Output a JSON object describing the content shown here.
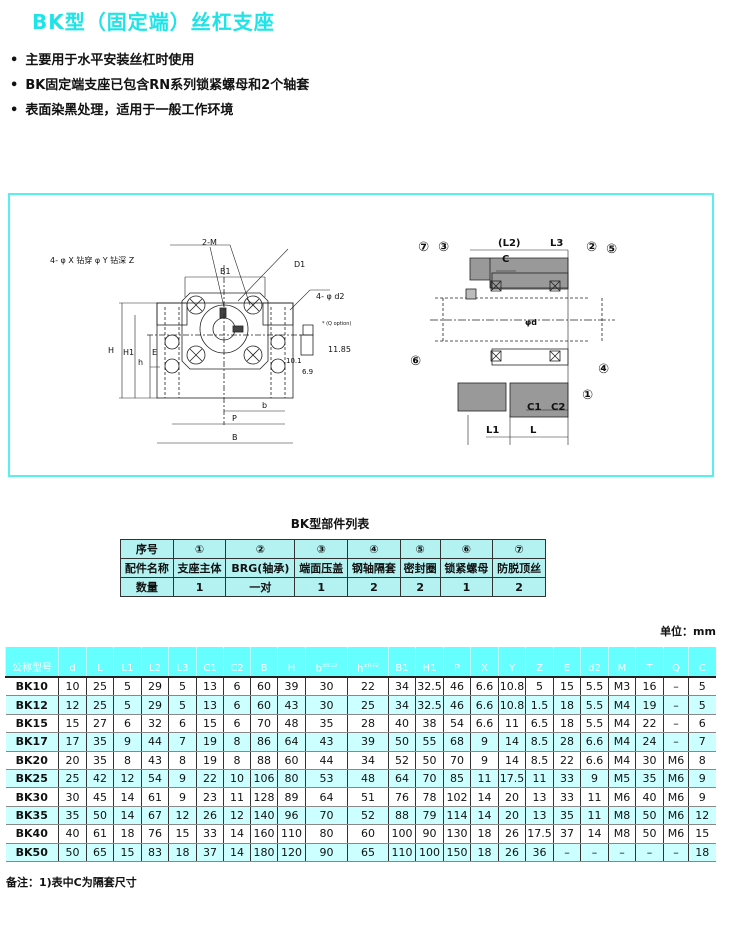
{
  "title": "BK型（固定端）丝杠支座",
  "bullets": [
    "主要用于水平安装丝杠时使用",
    "BK固定端支座已包含RN系列锁紧螺母和2个轴套",
    "表面染黑处理，适用于一般工作环境"
  ],
  "colors": {
    "title": "#1de4e8",
    "border": "#55f0f0",
    "header": "#66ffff",
    "alt_row": "#ccffff"
  },
  "diagram_front": {
    "hole_label": "4- φ X 钻穿 φ Y 钻深 Z",
    "m_label": "2-M",
    "b1": "B1",
    "d1": "D1",
    "d2_label": "4- φ d2",
    "q_label": "* (Q option)",
    "dim_1185": "11.85",
    "dim_101": "10.1",
    "dim_69": "6.9",
    "H": "H",
    "H1": "H1",
    "h": "h",
    "E": "E",
    "b": "b",
    "P": "P",
    "B": "B"
  },
  "diagram_side": {
    "L2": "(L2)",
    "L3": "L3",
    "C": "C",
    "d": "φd",
    "C1": "C1",
    "C2": "C2",
    "L1": "L1",
    "L": "L",
    "parts": [
      "①",
      "②",
      "③",
      "④",
      "⑤",
      "⑥",
      "⑦"
    ]
  },
  "parts_table": {
    "title": "BK型部件列表",
    "rows": [
      [
        "序号",
        "①",
        "②",
        "③",
        "④",
        "⑤",
        "⑥",
        "⑦"
      ],
      [
        "配件名称",
        "支座主体",
        "BRG(轴承)",
        "端面压盖",
        "钢轴隔套",
        "密封圈",
        "锁紧螺母",
        "防脱顶丝"
      ],
      [
        "数量",
        "1",
        "一对",
        "1",
        "2",
        "2",
        "1",
        "2"
      ]
    ]
  },
  "unit": "单位：mm",
  "spec_table": {
    "headers": [
      "公称型号",
      "d",
      "L",
      "L1",
      "L2",
      "L3",
      "C1",
      "C2",
      "B",
      "H",
      "b",
      "h",
      "B1",
      "H1",
      "P",
      "X",
      "Y",
      "Z",
      "E",
      "d2",
      "M",
      "T",
      "Q",
      "C"
    ],
    "tolerance": "±0.02",
    "rows": [
      [
        "BK10",
        "10",
        "25",
        "5",
        "29",
        "5",
        "13",
        "6",
        "60",
        "39",
        "30",
        "22",
        "34",
        "32.5",
        "46",
        "6.6",
        "10.8",
        "5",
        "15",
        "5.5",
        "M3",
        "16",
        "–",
        "5"
      ],
      [
        "BK12",
        "12",
        "25",
        "5",
        "29",
        "5",
        "13",
        "6",
        "60",
        "43",
        "30",
        "25",
        "34",
        "32.5",
        "46",
        "6.6",
        "10.8",
        "1.5",
        "18",
        "5.5",
        "M4",
        "19",
        "–",
        "5"
      ],
      [
        "BK15",
        "15",
        "27",
        "6",
        "32",
        "6",
        "15",
        "6",
        "70",
        "48",
        "35",
        "28",
        "40",
        "38",
        "54",
        "6.6",
        "11",
        "6.5",
        "18",
        "5.5",
        "M4",
        "22",
        "–",
        "6"
      ],
      [
        "BK17",
        "17",
        "35",
        "9",
        "44",
        "7",
        "19",
        "8",
        "86",
        "64",
        "43",
        "39",
        "50",
        "55",
        "68",
        "9",
        "14",
        "8.5",
        "28",
        "6.6",
        "M4",
        "24",
        "–",
        "7"
      ],
      [
        "BK20",
        "20",
        "35",
        "8",
        "43",
        "8",
        "19",
        "8",
        "88",
        "60",
        "44",
        "34",
        "52",
        "50",
        "70",
        "9",
        "14",
        "8.5",
        "22",
        "6.6",
        "M4",
        "30",
        "M6",
        "8"
      ],
      [
        "BK25",
        "25",
        "42",
        "12",
        "54",
        "9",
        "22",
        "10",
        "106",
        "80",
        "53",
        "48",
        "64",
        "70",
        "85",
        "11",
        "17.5",
        "11",
        "33",
        "9",
        "M5",
        "35",
        "M6",
        "9"
      ],
      [
        "BK30",
        "30",
        "45",
        "14",
        "61",
        "9",
        "23",
        "11",
        "128",
        "89",
        "64",
        "51",
        "76",
        "78",
        "102",
        "14",
        "20",
        "13",
        "33",
        "11",
        "M6",
        "40",
        "M6",
        "9"
      ],
      [
        "BK35",
        "35",
        "50",
        "14",
        "67",
        "12",
        "26",
        "12",
        "140",
        "96",
        "70",
        "52",
        "88",
        "79",
        "114",
        "14",
        "20",
        "13",
        "35",
        "11",
        "M8",
        "50",
        "M6",
        "12"
      ],
      [
        "BK40",
        "40",
        "61",
        "18",
        "76",
        "15",
        "33",
        "14",
        "160",
        "110",
        "80",
        "60",
        "100",
        "90",
        "130",
        "18",
        "26",
        "17.5",
        "37",
        "14",
        "M8",
        "50",
        "M6",
        "15"
      ],
      [
        "BK50",
        "50",
        "65",
        "15",
        "83",
        "18",
        "37",
        "14",
        "180",
        "120",
        "90",
        "65",
        "110",
        "100",
        "150",
        "18",
        "26",
        "36",
        "–",
        "–",
        "–",
        "–",
        "–",
        "18"
      ]
    ]
  },
  "note": "备注：1)表中C为隔套尺寸"
}
